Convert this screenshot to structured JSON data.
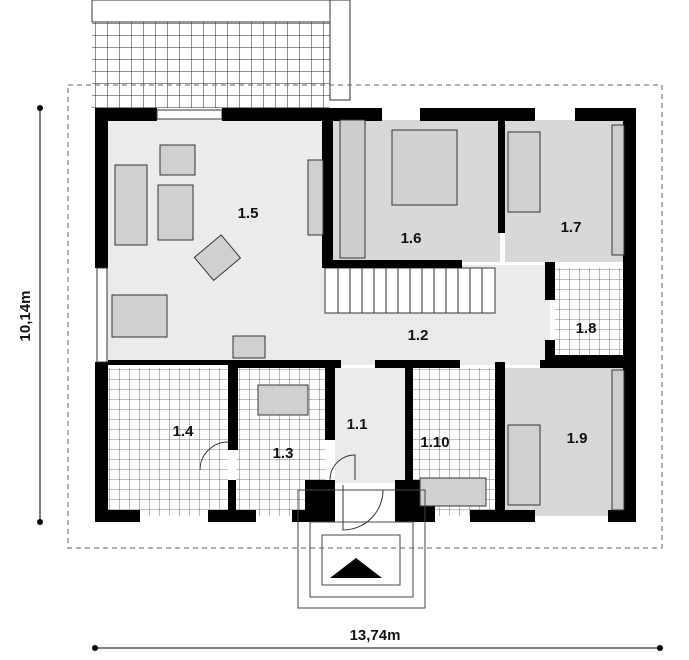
{
  "plan": {
    "dimensions": {
      "height": "10,14m",
      "width": "13,74m"
    },
    "rooms": [
      {
        "id": "1.1"
      },
      {
        "id": "1.2"
      },
      {
        "id": "1.3"
      },
      {
        "id": "1.4"
      },
      {
        "id": "1.5"
      },
      {
        "id": "1.6"
      },
      {
        "id": "1.7"
      },
      {
        "id": "1.8"
      },
      {
        "id": "1.9"
      },
      {
        "id": "1.10"
      }
    ],
    "colors": {
      "wall": "#000000",
      "living": "#ebebeb",
      "bedroom": "#d8d8d8",
      "tile": "#ffffff"
    }
  }
}
